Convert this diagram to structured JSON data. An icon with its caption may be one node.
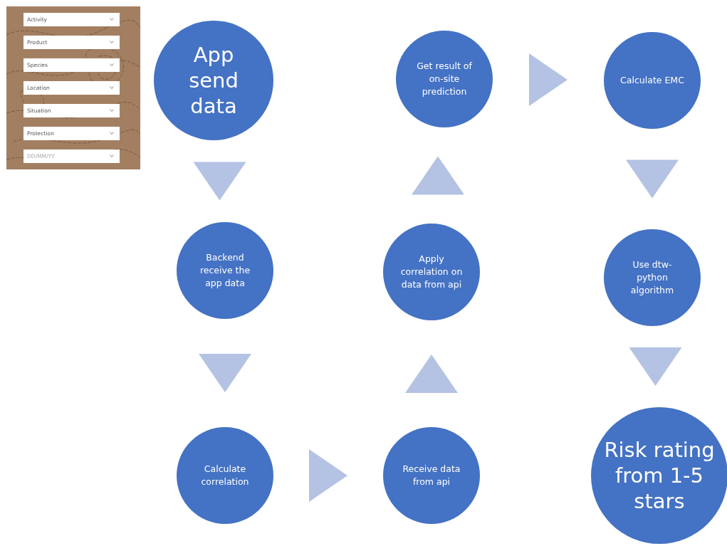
{
  "diagram": {
    "nodes": [
      {
        "text": [
          "App send data"
        ]
      },
      {
        "text": [
          "Backend receive the app data"
        ]
      },
      {
        "text": [
          "Calculate correlation"
        ]
      },
      {
        "text": [
          "Receive data from api"
        ]
      },
      {
        "text": [
          "Apply correlation on data from api"
        ]
      },
      {
        "text": [
          "Get result of on-site prediction"
        ]
      },
      {
        "text": [
          "Calculate EMC"
        ]
      },
      {
        "text": [
          "Use dtw-python algorithm"
        ]
      },
      {
        "text": [
          "Risk rating from 1-5 stars"
        ]
      }
    ],
    "edges": [
      {
        "from": 0,
        "to": 1,
        "arrow": "to"
      },
      {
        "from": 1,
        "to": 2,
        "arrow": "to"
      },
      {
        "from": 2,
        "to": 3,
        "arrow": "to"
      },
      {
        "from": 3,
        "to": 4,
        "arrow": "to"
      },
      {
        "from": 4,
        "to": 5,
        "arrow": "to"
      },
      {
        "from": 5,
        "to": 6,
        "arrow": "to"
      },
      {
        "from": 6,
        "to": 7,
        "arrow": "to"
      },
      {
        "from": 7,
        "to": 8,
        "arrow": "to"
      }
    ],
    "labels": [
      "Activity",
      "Product",
      "Species",
      "Location",
      "Situation",
      "Protection",
      "DD/MM/YY"
    ]
  }
}
